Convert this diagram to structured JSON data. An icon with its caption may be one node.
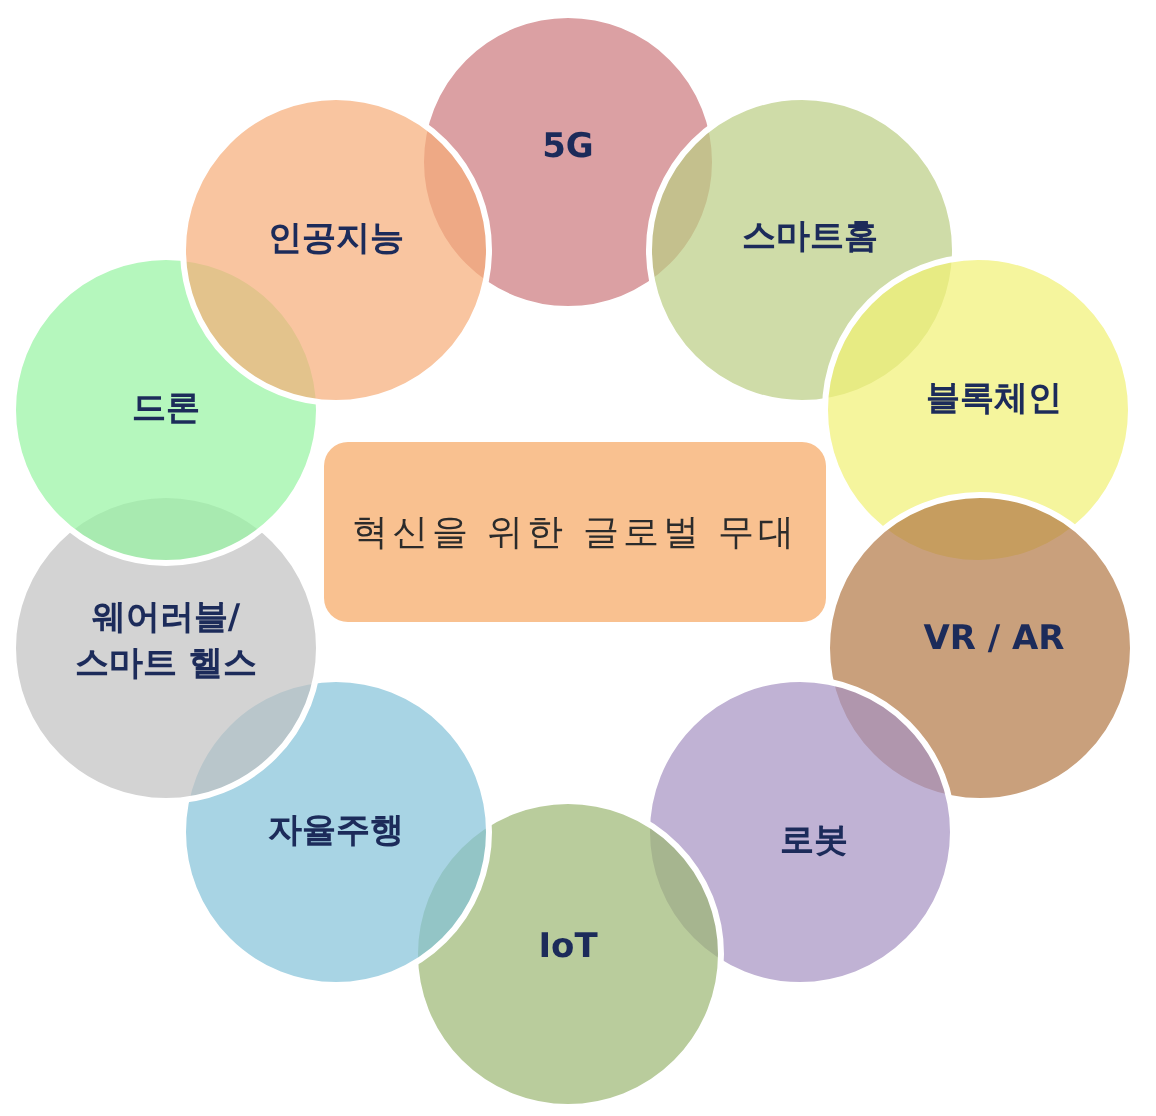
{
  "diagram": {
    "nodes": [
      {
        "text": [
          "혁신을 위한 글로벌 무대"
        ]
      },
      {
        "text": [
          "5G"
        ]
      },
      {
        "text": [
          "스마트홈"
        ]
      },
      {
        "text": [
          "블록체인"
        ]
      },
      {
        "text": [
          "VR / AR"
        ]
      },
      {
        "text": [
          "로봇"
        ]
      },
      {
        "text": [
          "IoT"
        ]
      },
      {
        "text": [
          "자율주행"
        ]
      },
      {
        "text": [
          "웨어러블/ 스마트 헬스"
        ]
      },
      {
        "text": [
          "드론"
        ]
      },
      {
        "text": [
          "인공지능"
        ]
      }
    ]
  }
}
